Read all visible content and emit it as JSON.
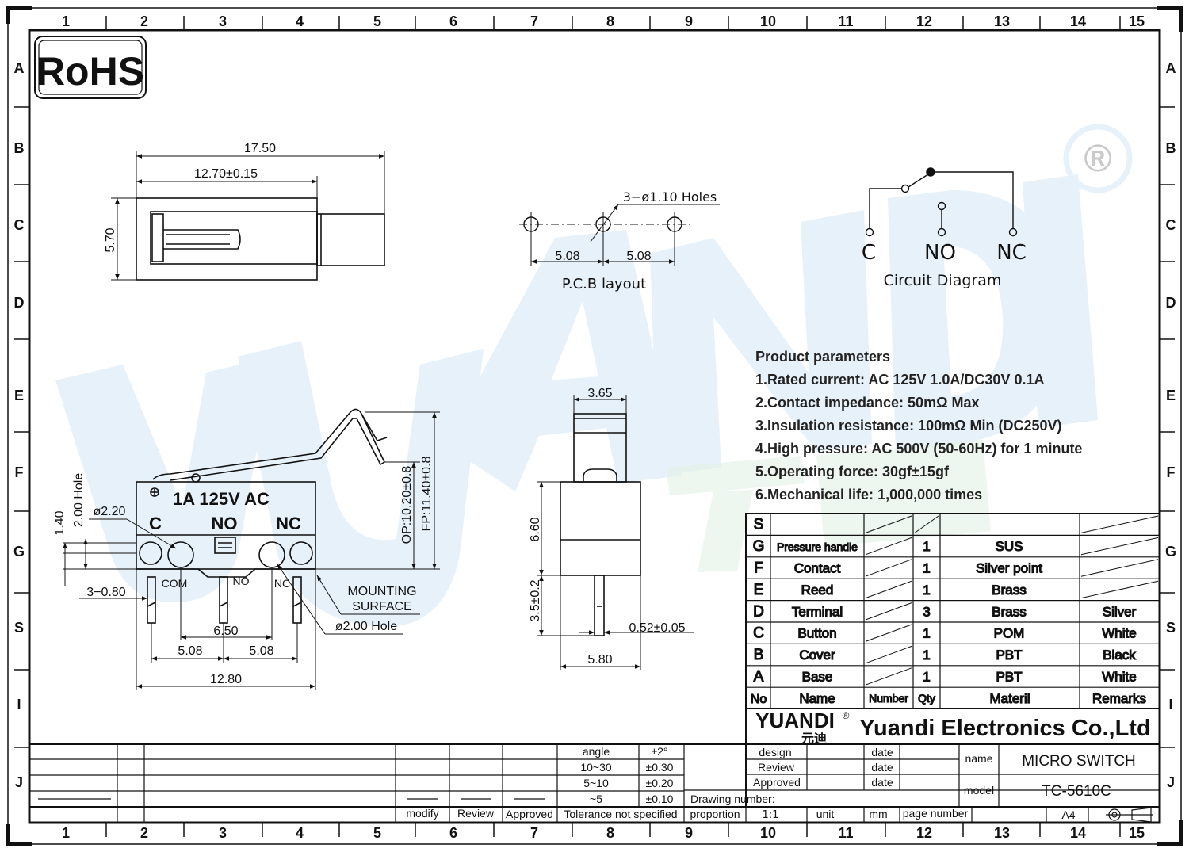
{
  "frame": {
    "columns": [
      "1",
      "2",
      "3",
      "4",
      "5",
      "6",
      "7",
      "8",
      "9",
      "10",
      "11",
      "12",
      "13",
      "14",
      "15"
    ],
    "rows": [
      "A",
      "B",
      "C",
      "D",
      "E",
      "F",
      "G",
      "S",
      "I",
      "J"
    ]
  },
  "rohs": "RoHS",
  "watermark": {
    "text": "YUANDI",
    "chinese": "元迪",
    "mark": "®"
  },
  "top_view": {
    "overall": "17.50",
    "body": "12.70±0.15",
    "height": "5.70"
  },
  "pcb": {
    "holes": "3−ø1.10  Holes",
    "pitch1": "5.08",
    "pitch2": "5.08",
    "caption": "P.C.B  layout"
  },
  "circuit": {
    "c": "C",
    "no": "NO",
    "nc": "NC",
    "caption": "Circuit  Diagram"
  },
  "params": {
    "title": "Product parameters",
    "items": [
      "1.Rated current: AC 125V 1.0A/DC30V 0.1A",
      "2.Contact impedance: 50mΩ Max",
      "3.Insulation resistance: 100mΩ Min  (DC250V)",
      "4.High pressure: AC 500V   (50-60Hz)  for 1 minute",
      "5.Operating force: 30gf±15gf",
      "6.Mechanical life: 1,000,000 times"
    ]
  },
  "front_view": {
    "rating": "1A 125V AC",
    "c": "C",
    "no": "NO",
    "nc": "NC",
    "com_small": "COM",
    "no_small": "NO",
    "nc_small": "NC",
    "hole_dia": "ø2.20",
    "dim_140": "1.40",
    "dim_200_hole": "2.00  Hole",
    "pins": "3−0.80",
    "op": "OP:10.20±0.8",
    "fp": "FP:11.40±0.8",
    "mounting1": "MOUNTING",
    "mounting2": "SURFACE",
    "hole2": "ø2.00  Hole",
    "d650": "6.50",
    "d508a": "5.08",
    "d508b": "5.08",
    "d1280": "12.80"
  },
  "side_view": {
    "top": "3.65",
    "h660": "6.60",
    "h35": "3.5±0.2",
    "pin": "0.52±0.05",
    "width": "5.80"
  },
  "bom": {
    "rows": [
      {
        "no": "S",
        "name": "",
        "number": "",
        "qty": "",
        "material": "",
        "remarks": ""
      },
      {
        "no": "G",
        "name": "Pressure handle",
        "number": "",
        "qty": "1",
        "material": "SUS",
        "remarks": ""
      },
      {
        "no": "F",
        "name": "Contact",
        "number": "",
        "qty": "1",
        "material": "Silver point",
        "remarks": ""
      },
      {
        "no": "E",
        "name": "Reed",
        "number": "",
        "qty": "1",
        "material": "Brass",
        "remarks": ""
      },
      {
        "no": "D",
        "name": "Terminal",
        "number": "",
        "qty": "3",
        "material": "Brass",
        "remarks": "Silver"
      },
      {
        "no": "C",
        "name": "Button",
        "number": "",
        "qty": "1",
        "material": "POM",
        "remarks": "White"
      },
      {
        "no": "B",
        "name": "Cover",
        "number": "",
        "qty": "1",
        "material": "PBT",
        "remarks": "Black"
      },
      {
        "no": "A",
        "name": "Base",
        "number": "",
        "qty": "1",
        "material": "PBT",
        "remarks": "White"
      }
    ],
    "headers": {
      "no": "No",
      "name": "Name",
      "number": "Number",
      "qty": "Qty",
      "material": "Materil",
      "remarks": "Remarks"
    }
  },
  "title_block": {
    "logo": "YUANDI",
    "logo_cn": "元迪",
    "logo_mark": "®",
    "company": "Yuandi Electronics Co.,Ltd",
    "design": "design",
    "review": "Review",
    "approved": "Approved",
    "date": "date",
    "name_label": "name",
    "name_value": "MICRO SWITCH",
    "model_label": "model",
    "model_value": "TC-5610C",
    "drawing_number": "Drawing number:",
    "proportion": "proportion",
    "scale": "1:1",
    "unit": "unit",
    "unit_value": "mm",
    "page_number": "page number",
    "size": "A4",
    "modify": "modify",
    "review2": "Review",
    "approved2": "Approved",
    "tolerance": "Tolerance not specified",
    "tol_rows": [
      {
        "range": "angle",
        "tol": "±2°"
      },
      {
        "range": "10~30",
        "tol": "±0.30"
      },
      {
        "range": "5~10",
        "tol": "±0.20"
      },
      {
        "range": "~5",
        "tol": "±0.10"
      }
    ]
  }
}
